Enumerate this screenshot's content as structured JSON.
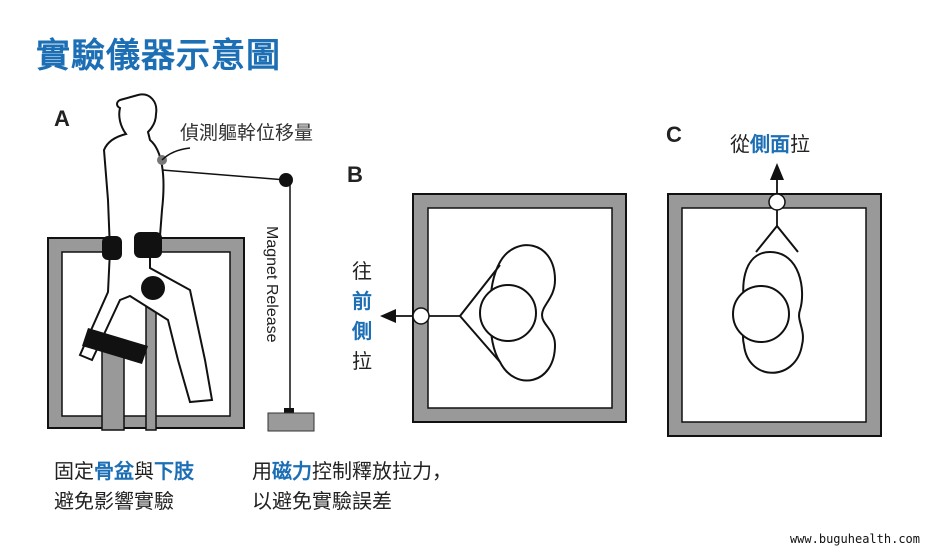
{
  "title": "實驗儀器示意圖",
  "panels": {
    "a_letter": "A",
    "b_letter": "B",
    "c_letter": "C"
  },
  "labels": {
    "trunk_displacement": "偵測軀幹位移量",
    "magnet_release": "Magnet Release",
    "pull_forward": {
      "part1": "往",
      "part2": "前",
      "part3": "側",
      "part4": "拉"
    },
    "pull_side": {
      "part1": "從",
      "part2": "側面",
      "part3": "拉"
    }
  },
  "captions": {
    "fix": {
      "part1": "固定",
      "part2": "骨盆",
      "part3": "與",
      "part4": "下肢",
      "line2": "避免影響實驗"
    },
    "magnet": {
      "part1": "用",
      "part2": "磁力",
      "part3": "控制釋放拉力，",
      "line2": "以避免實驗誤差"
    }
  },
  "footer": "www.buguhealth.com",
  "colors": {
    "accent": "#1d6fb5",
    "frame": "#999999",
    "line": "#111111"
  }
}
